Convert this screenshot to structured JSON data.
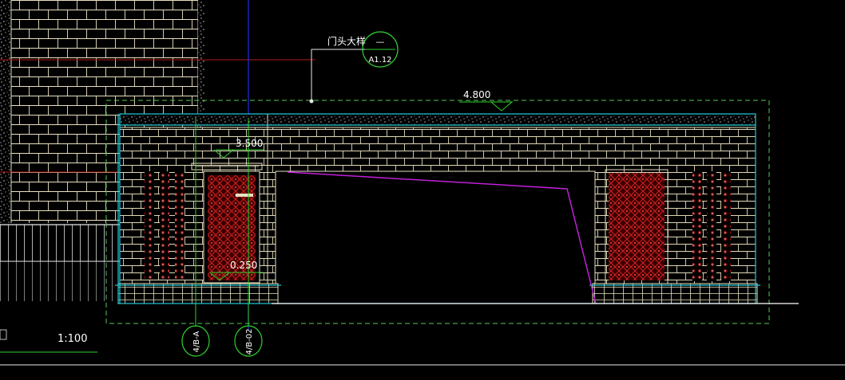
{
  "drawing": {
    "labels": {
      "detail_title": "门头大样",
      "detail_ref_top": "—",
      "detail_ref_bottom": "A1.12",
      "elev_roof": "4.800",
      "elev_canopy": "3.500",
      "elev_base": "0.250",
      "scale": "1:100",
      "axis_a": "4/B-A",
      "axis_b": "4/B-02"
    },
    "colors": {
      "background": "#000000",
      "brick": "#e8e0c0",
      "red_line": "#b01818",
      "screen_red": "#b02020",
      "cyan": "#20c8d8",
      "green": "#30d030",
      "green_dashed": "#58c858",
      "blue": "#2030e0",
      "magenta": "#c020d8",
      "white": "#ffffff"
    }
  }
}
